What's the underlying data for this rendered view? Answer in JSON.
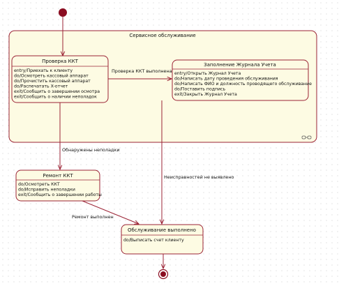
{
  "diagram": {
    "composite": {
      "title": "Сервисное обслуживание"
    },
    "states": {
      "proverka": {
        "title": "Проверка ККТ",
        "activities": [
          "entry/Приехать к клиенту",
          "do/Осмотреть кассовый аппарат",
          "do/Прочистить кассовый аппарат",
          "do/Распечатать X-отчет",
          "exit/Сообщить о завершении осмотра",
          "exit/Сообщить о наличии неполадок"
        ]
      },
      "zhurnal": {
        "title": "Заполнение Журнала Учета",
        "activities": [
          "entry/Открыть Журнал Учета",
          "do/Написать дату проведения обслуживания",
          "do/Написать ФИО и должность проводящего обслуживание",
          "do/Поставить подпись",
          "exit/Закрыть Журнал Учета"
        ]
      },
      "remont": {
        "title": "Ремонт ККТ",
        "activities": [
          "do/Осмотреть ККТ",
          "do/Исправить неполадки",
          "exit/Сообщить о завершении работы"
        ]
      },
      "obsluzh": {
        "title": "Обслуживание выполнено",
        "activities": [
          "do/Выписать счет клиенту"
        ]
      }
    },
    "transitions": {
      "proverka_to_zhurnal": "Проверка ККТ выполнена",
      "proverka_to_remont": "Обнаружены неполадки",
      "zhurnal_to_obsluzh": "Неисправностей не выявлено",
      "remont_to_obsluzh": "Ремонт выполнен"
    },
    "colors": {
      "line": "#9b2335",
      "fill": "#fdfbe3",
      "initial": "#8b0d21"
    }
  }
}
